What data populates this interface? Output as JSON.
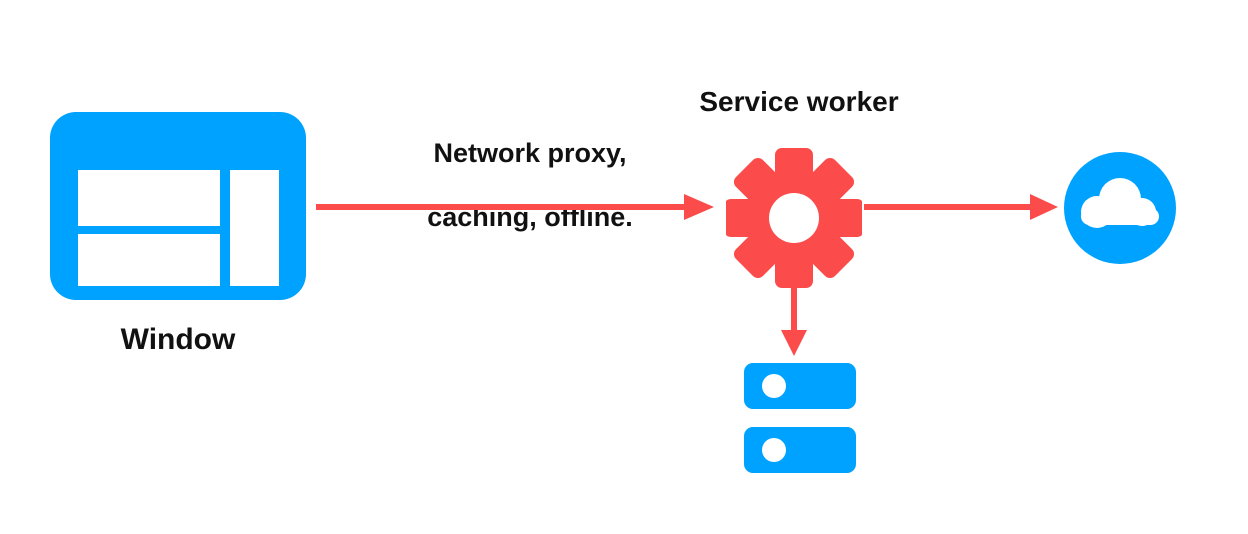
{
  "diagram": {
    "title": "Service worker network proxy diagram",
    "background": "#FFFFFF",
    "colors": {
      "blue": "#00A2FF",
      "red": "#FB4B4B",
      "text": "#111111",
      "white": "#FFFFFF"
    },
    "nodes": {
      "window": {
        "label": "Window",
        "icon": "browser-window-icon",
        "color": "#00A2FF"
      },
      "service_worker": {
        "label": "Service worker",
        "icon": "gear-icon",
        "color": "#FB4B4B"
      },
      "cloud": {
        "label": "",
        "icon": "cloud-icon",
        "color": "#00A2FF"
      },
      "storage": {
        "label": "",
        "icon": "server-storage-icon",
        "color": "#00A2FF"
      }
    },
    "edges": {
      "window_to_worker": {
        "caption_line1": "Network proxy,",
        "caption_line2": "caching, offline.",
        "color": "#FB4B4B",
        "direction": "right"
      },
      "worker_to_cloud": {
        "caption": "",
        "color": "#FB4B4B",
        "direction": "right"
      },
      "worker_to_storage": {
        "caption": "",
        "color": "#FB4B4B",
        "direction": "down"
      }
    }
  }
}
